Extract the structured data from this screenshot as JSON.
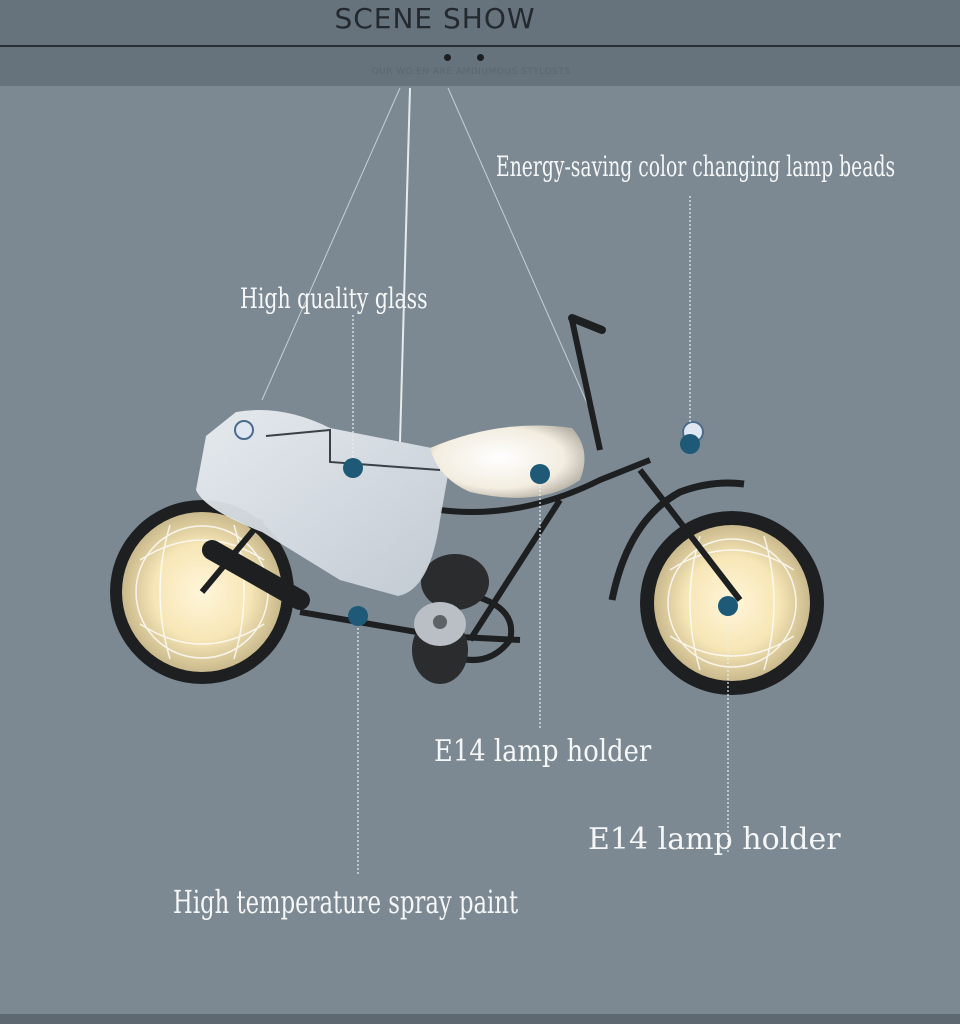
{
  "header": {
    "title": "SCENE SHOW",
    "subtitle": "OUR WO.EN ARE AMDIUMOUS STYLDSTS"
  },
  "callouts": {
    "beads": "Energy-saving color changing lamp beads",
    "glass": "High quality glass",
    "holder_center": "E14 lamp holder",
    "holder_wheel": "E14 lamp holder",
    "paint": "High temperature spray paint"
  },
  "colors": {
    "background": "#7c8992",
    "header": "#66737c",
    "marker": "#1e5a77",
    "label_text": "#f4f6f7"
  }
}
